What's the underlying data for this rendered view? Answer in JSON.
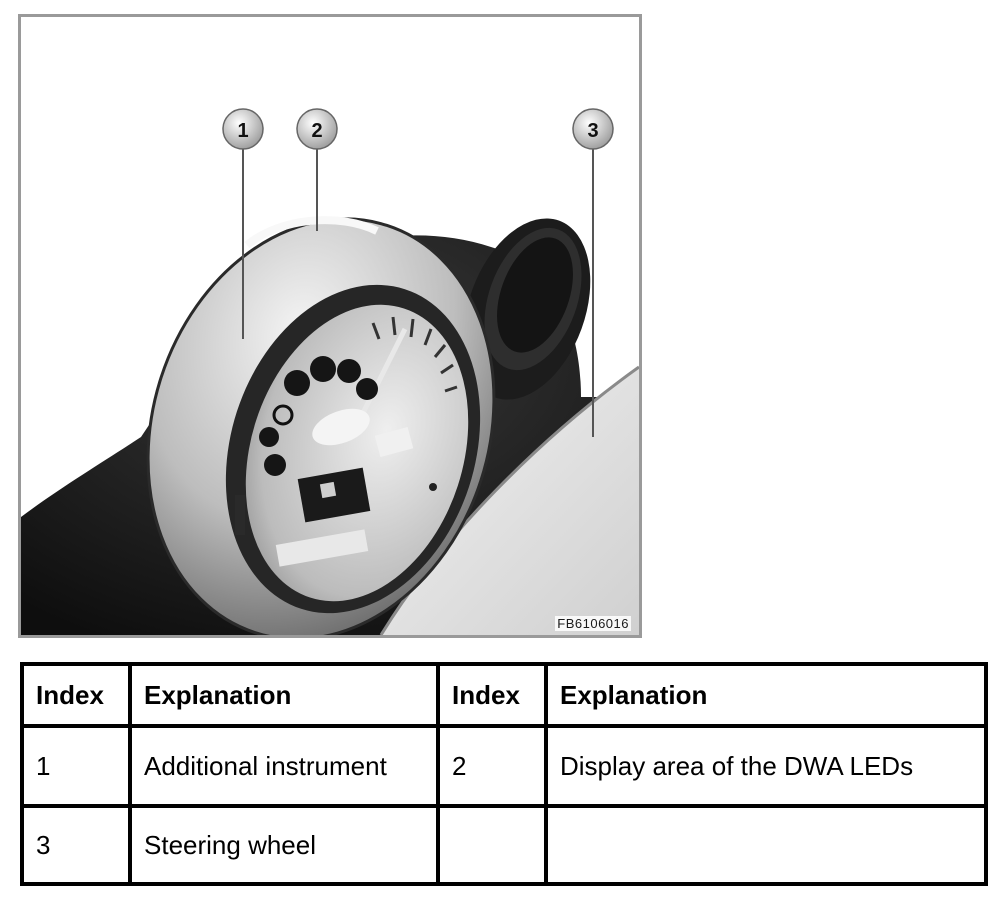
{
  "figure": {
    "callouts": [
      "1",
      "2",
      "3"
    ],
    "code": "FB6106016"
  },
  "legend": {
    "headers": [
      "Index",
      "Explanation",
      "Index",
      "Explanation"
    ],
    "rows": [
      [
        "1",
        "Additional instrument",
        "2",
        "Display area of the DWA LEDs"
      ],
      [
        "3",
        "Steering wheel",
        "",
        ""
      ]
    ]
  }
}
